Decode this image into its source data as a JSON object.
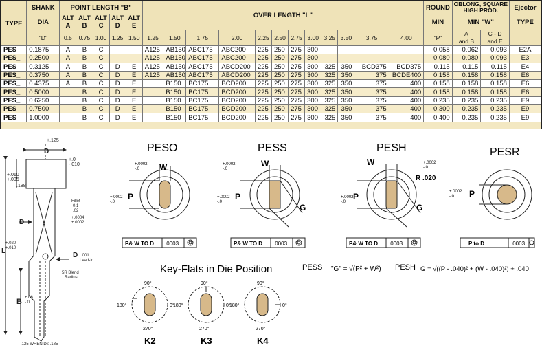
{
  "table": {
    "headers": {
      "type": "TYPE",
      "shank": "SHANK",
      "dia": "DIA",
      "dia_sym": "\"D\"",
      "point_length": "POINT LENGTH \"B\"",
      "over_length": "OVER LENGTH \"L\"",
      "round": "ROUND",
      "min": "MIN",
      "p_sym": "\"P\"",
      "oblong": "OBLONG, SQUARE HIGH PROD.",
      "min_w": "MIN \"W\"",
      "col_a": "A",
      "col_a_sub": "and B",
      "col_cd": "C - D",
      "col_cd_sub": "and E",
      "ejector": "Ejector",
      "ejector_type": "TYPE",
      "alt": "ALT",
      "alt_letters": [
        "A",
        "B",
        "C",
        "D",
        "E"
      ],
      "point_sizes": [
        "0.5",
        "0.75",
        "1.00",
        "1.25",
        "1.50"
      ],
      "over_sizes": [
        "1.25",
        "1.50",
        "1.75",
        "2.00",
        "2.25",
        "2.50",
        "2.75",
        "3.00",
        "3.25",
        "3.50",
        "3.75",
        "4.00"
      ]
    },
    "rows": [
      {
        "type": "PES_",
        "dia": "0.1875",
        "alts": [
          "A",
          "B",
          "C",
          "",
          ""
        ],
        "lengths": [
          "A125",
          "AB150",
          "ABC175",
          "ABC200",
          "225",
          "250",
          "275",
          "300",
          "",
          "",
          "",
          ""
        ],
        "p": "0.058",
        "a": "0.062",
        "cd": "0.093",
        "ej": "E2A"
      },
      {
        "type": "PES_",
        "dia": "0.2500",
        "alts": [
          "A",
          "B",
          "C",
          "",
          ""
        ],
        "lengths": [
          "A125",
          "AB150",
          "ABC175",
          "ABC200",
          "225",
          "250",
          "275",
          "300",
          "",
          "",
          "",
          ""
        ],
        "p": "0.080",
        "a": "0.080",
        "cd": "0.093",
        "ej": "E3"
      },
      {
        "type": "PES_",
        "dia": "0.3125",
        "alts": [
          "A",
          "B",
          "C",
          "D",
          "E"
        ],
        "lengths": [
          "A125",
          "AB150",
          "ABC175",
          "ABCD200",
          "225",
          "250",
          "275",
          "300",
          "325",
          "350",
          "BCD375",
          "BCD375"
        ],
        "p": "0.115",
        "a": "0.115",
        "cd": "0.115",
        "ej": "E4"
      },
      {
        "type": "PES_",
        "dia": "0.3750",
        "alts": [
          "A",
          "B",
          "C",
          "D",
          "E"
        ],
        "lengths": [
          "A125",
          "AB150",
          "ABC175",
          "ABCD200",
          "225",
          "250",
          "275",
          "300",
          "325",
          "350",
          "375",
          "BCDE400"
        ],
        "p": "0.158",
        "a": "0.158",
        "cd": "0.158",
        "ej": "E6"
      },
      {
        "type": "PES_",
        "dia": "0.4375",
        "alts": [
          "A",
          "B",
          "C",
          "D",
          "E"
        ],
        "lengths": [
          "",
          "B150",
          "BC175",
          "BCD200",
          "225",
          "250",
          "275",
          "300",
          "325",
          "350",
          "375",
          "400"
        ],
        "p": "0.158",
        "a": "0.158",
        "cd": "0.158",
        "ej": "E6"
      },
      {
        "type": "PES_",
        "dia": "0.5000",
        "alts": [
          "",
          "B",
          "C",
          "D",
          "E"
        ],
        "lengths": [
          "",
          "B150",
          "BC175",
          "BCD200",
          "225",
          "250",
          "275",
          "300",
          "325",
          "350",
          "375",
          "400"
        ],
        "p": "0.158",
        "a": "0.158",
        "cd": "0.158",
        "ej": "E6"
      },
      {
        "type": "PES_",
        "dia": "0.6250",
        "alts": [
          "",
          "B",
          "C",
          "D",
          "E"
        ],
        "lengths": [
          "",
          "B150",
          "BC175",
          "BCD200",
          "225",
          "250",
          "275",
          "300",
          "325",
          "350",
          "375",
          "400"
        ],
        "p": "0.235",
        "a": "0.235",
        "cd": "0.235",
        "ej": "E9"
      },
      {
        "type": "PES_",
        "dia": "0.7500",
        "alts": [
          "",
          "B",
          "C",
          "D",
          "E"
        ],
        "lengths": [
          "",
          "B150",
          "BC175",
          "BCD200",
          "225",
          "250",
          "275",
          "300",
          "325",
          "350",
          "375",
          "400"
        ],
        "p": "0.300",
        "a": "0.235",
        "cd": "0.235",
        "ej": "E9"
      },
      {
        "type": "PES_",
        "dia": "1.0000",
        "alts": [
          "",
          "B",
          "C",
          "D",
          "E"
        ],
        "lengths": [
          "",
          "B150",
          "BC175",
          "BCD200",
          "225",
          "250",
          "275",
          "300",
          "325",
          "350",
          "375",
          "400"
        ],
        "p": "0.400",
        "a": "0.235",
        "cd": "0.235",
        "ej": "E9"
      }
    ]
  },
  "drawing": {
    "dim_125": "+.125",
    "dim_D": "D",
    "dim_0_top": "+.0",
    "dim_010": "-.010",
    "dim_010b": "+.010",
    "dim_005": "+.005",
    "dim_188": ".188\"",
    "dim_fillet": "Fillet",
    "dim_fillet_v1": "0.1",
    "dim_fillet_v2": ".02",
    "dim_0004": "+.0004",
    "dim_0002": "+.0002",
    "dim_L": "L",
    "dim_020": "+.020",
    "dim_010c": "+.010",
    "dim_D2": "D",
    "dim_001": ".001",
    "dim_lead": "Lead-In",
    "dim_blend": "5R Blend",
    "dim_radius": "Radius",
    "dim_B": "B",
    "dim_06": "+.06",
    "dim_0b": "-.0",
    "dim_bottom": ".125 WHEN D≤ .185"
  },
  "views": {
    "peso": {
      "title": "PESO",
      "tol1": "+.0002",
      "tol2": "-.0",
      "w": "W",
      "p": "P",
      "box_label": "P& W TO D",
      "box_val": ".0003"
    },
    "pess": {
      "title": "PESS",
      "tol1": "+.0002",
      "tol2": "-.0",
      "w": "W",
      "p": "P",
      "g": "G",
      "box_label": "P& W TO D",
      "box_val": ".0003"
    },
    "pesh": {
      "title": "PESH",
      "tol1": "+.0002",
      "tol2": "-.0",
      "w": "W",
      "p": "P",
      "g": "G",
      "r": "R .020",
      "box_label": "P& W TO D",
      "box_val": ".0003"
    },
    "pesr": {
      "title": "PESR",
      "tol1": "+.0002",
      "tol2": "-.0",
      "p": "P",
      "box_label": "P to D",
      "box_val": ".0003"
    }
  },
  "keyflats": {
    "title": "Key-Flats in Die Position",
    "deg90": "90°",
    "deg180": "180°",
    "deg0": "0°",
    "deg270": "270°",
    "k2": "K2",
    "k3": "K3",
    "k4": "K4"
  },
  "formulas": {
    "pess_label": "PESS",
    "pess_formula": "\"G\" = √(P² + W²)",
    "pesh_label": "PESH",
    "pesh_formula": "G = √((P - .040)² + (W - .040)²) + .040"
  }
}
